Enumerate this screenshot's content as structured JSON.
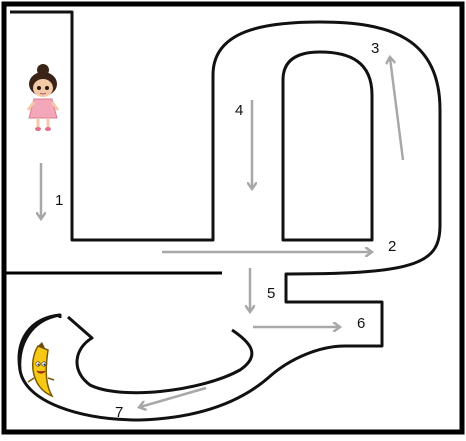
{
  "steps": [
    {
      "number": "1",
      "direction": "down"
    },
    {
      "number": "2",
      "direction": "right"
    },
    {
      "number": "3",
      "direction": "up"
    },
    {
      "number": "4",
      "direction": "down"
    },
    {
      "number": "5",
      "direction": "down"
    },
    {
      "number": "6",
      "direction": "right"
    },
    {
      "number": "7",
      "direction": "left"
    }
  ],
  "start_character": "girl",
  "goal_character": "banana",
  "colors": {
    "frame": "#000000",
    "path_outline": "#111111",
    "path_fill": "#ffffff",
    "arrow": "#a8a8a8",
    "girl_hair": "#3a2418",
    "girl_skin": "#f3c9a8",
    "girl_dress": "#f4a7b9",
    "banana_body": "#f6c915",
    "banana_outline": "#7a5a00"
  }
}
